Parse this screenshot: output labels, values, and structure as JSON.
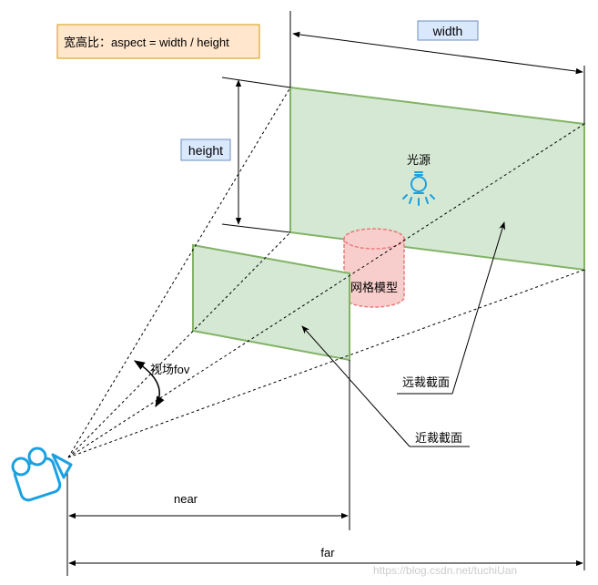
{
  "labels": {
    "aspect_formula": "宽高比：aspect = width / height",
    "width": "width",
    "height": "height",
    "light_source": "光源",
    "mesh_model": "网格模型",
    "fov": "视场fov",
    "far_plane": "远裁截面",
    "near_plane": "近裁截面",
    "near": "near",
    "far": "far",
    "watermark": "https://blog.csdn.net/tuchiUan"
  },
  "icons": {
    "camera": "video-camera-icon",
    "light": "light-bulb-icon"
  },
  "colors": {
    "plane_fill": "#d5e8d4",
    "plane_stroke": "#82b366",
    "cylinder_fill": "#f8cecc",
    "cylinder_stroke": "#e87c7c",
    "label_box_fill": "#dae8fc",
    "label_box_stroke": "#6c8ebf",
    "note_fill": "#ffe6cc",
    "note_stroke": "#d79b00",
    "icon_blue": "#1ba1e2",
    "line": "#000000"
  }
}
